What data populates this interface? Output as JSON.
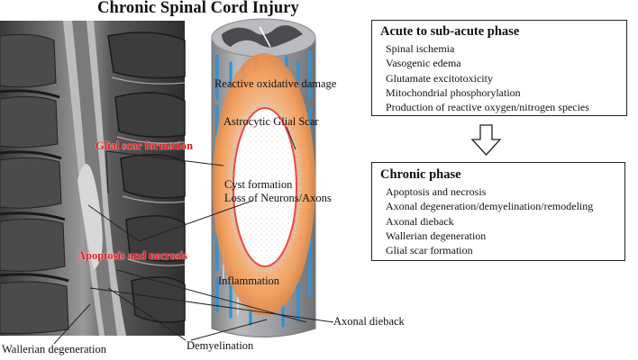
{
  "title": "Chronic Spinal Cord Injury",
  "mri_labels": {
    "glial_scar": "Glial scar formation",
    "apoptosis": "Apoptosis and necrosis"
  },
  "cord_labels": {
    "reactive": "Reactive oxidative damage",
    "astrocytic": "Astrocytic Glial Scar",
    "cyst": "Cyst formation",
    "loss": "Loss of Neurons/Axons",
    "inflammation": "Inflammation"
  },
  "bottom_labels": {
    "wallerian": "Wallerian degeneration",
    "demyelination": "Demyelination",
    "axonal_dieback": "Axonal dieback"
  },
  "acute_box": {
    "heading": "Acute to sub-acute phase",
    "items": [
      "Spinal ischemia",
      "Vasogenic edema",
      "Glutamate excitotoxicity",
      "Mitochondrial phosphorylation",
      "Production of reactive oxygen/nitrogen species"
    ]
  },
  "chronic_box": {
    "heading": "Chronic phase",
    "items": [
      "Apoptosis and necrosis",
      "Axonal degeneration/demyelination/remodeling",
      "Axonal dieback",
      "Wallerian  degeneration",
      "Glial  scar formation"
    ]
  },
  "colors": {
    "accent_red": "#e01a1a",
    "glial_scar_orange": "#f0a460",
    "axon_blue": "#2f93d6",
    "cord_gray": "#a6a8aa"
  }
}
